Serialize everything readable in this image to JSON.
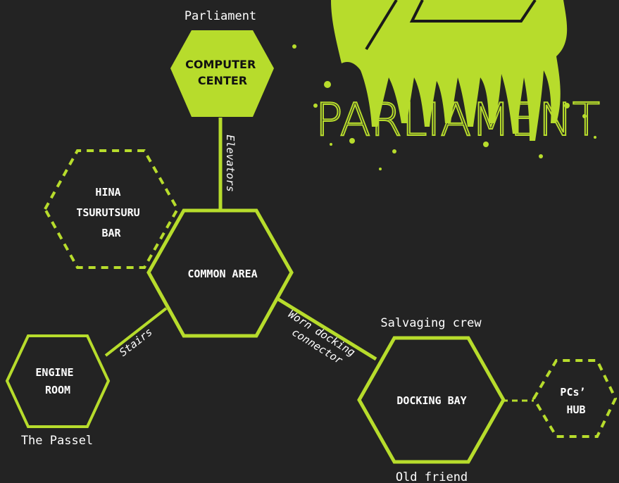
{
  "colors": {
    "background": "#232323",
    "accent": "#b7dc2c",
    "hex_fill": "#232323",
    "text": "#ffffff",
    "dark_text": "#111111"
  },
  "logo": {
    "text": "PARLIAMENT",
    "icon": "slime-drip-triangle-logo"
  },
  "nodes": {
    "computer_center": {
      "lines": [
        "COMPUTER",
        "CENTER"
      ],
      "annotation": "Parliament",
      "style": "filled"
    },
    "hina_bar": {
      "lines": [
        "HINA",
        "TSURUTSURU",
        "BAR"
      ],
      "style": "dashed"
    },
    "common_area": {
      "lines": [
        "COMMON AREA"
      ],
      "style": "solid"
    },
    "engine_room": {
      "lines": [
        "ENGINE",
        "ROOM"
      ],
      "annotation": "The Passel",
      "style": "solid"
    },
    "docking_bay": {
      "lines": [
        "DOCKING BAY"
      ],
      "annotation_top": "Salvaging crew",
      "annotation_bottom": "Old friend",
      "style": "solid"
    },
    "pcs_hub": {
      "lines": [
        "PCs’",
        "HUB"
      ],
      "style": "dashed"
    }
  },
  "edges": {
    "elevators": "Elevators",
    "stairs": "Stairs",
    "docking_connector": [
      "Worn docking",
      "connector"
    ]
  }
}
